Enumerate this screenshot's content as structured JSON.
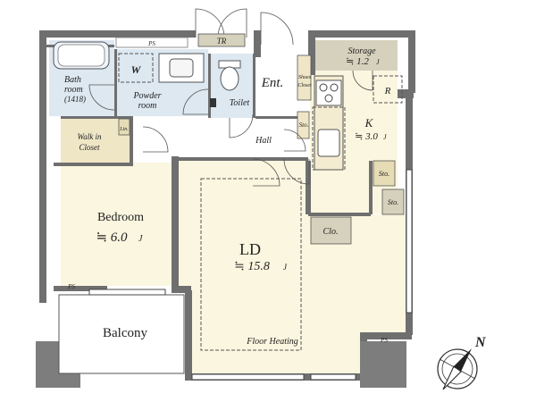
{
  "rooms": {
    "bath": {
      "name_line1": "Bath",
      "name_line2": "room",
      "size": "(1418)"
    },
    "washer": "W",
    "powder": {
      "name_line1": "Powder",
      "name_line2": "room"
    },
    "toilet": "Toilet",
    "entrance": "Ent.",
    "shoes_closet": {
      "line1": "Shoes",
      "line2": "Closet"
    },
    "storage": {
      "name": "Storage",
      "size": "≒ 1.2",
      "unit": "J"
    },
    "refrigerator": "R",
    "kitchen": {
      "name": "K",
      "size": "≒ 3.0",
      "unit": "J"
    },
    "walk_in_closet": {
      "line1": "Walk in",
      "line2": "Closet"
    },
    "linen": "Lin.",
    "hall": "Hall",
    "storage_small": "Sto.",
    "bedroom": {
      "name": "Bedroom",
      "size": "≒ 6.0",
      "unit": "J"
    },
    "ld": {
      "name": "LD",
      "size": "≒ 15.8",
      "unit": "J"
    },
    "closet": "Clo.",
    "floor_heating": "Floor Heating",
    "balcony": "Balcony"
  },
  "markers": {
    "pipe_space": "PS",
    "trunk_room": "TR"
  },
  "compass": {
    "north": "N"
  }
}
